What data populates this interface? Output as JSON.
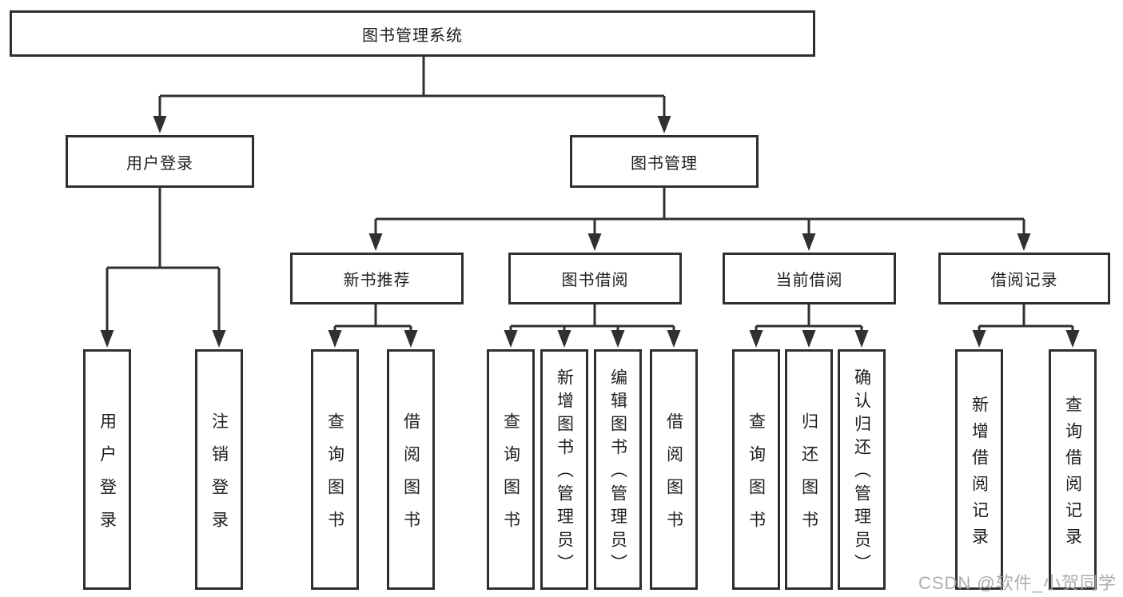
{
  "diagram_title": "图书管理系统",
  "style": {
    "line_color": "#303030",
    "border_color": "#2f2f2f",
    "text_color": "#1d1d1d",
    "watermark_color": "#a5a5a5",
    "background": "#ffffff"
  },
  "nodes": {
    "root": "图书管理系统",
    "userLogin": "用户登录",
    "bookMgmt": "图书管理",
    "newBooks": "新书推荐",
    "bookBorrow": "图书借阅",
    "currentBorrow": "当前借阅",
    "borrowRecords": "借阅记录",
    "leafUserLogin": "用户登录",
    "leafLogout": "注销登录",
    "leafQueryBooksRecommend": "查询图书",
    "leafBorrowBooksRecommend": "借阅图书",
    "leafQueryBooksBorrow": "查询图书",
    "leafAddBooks": "新增图书（管理员）",
    "leafEditBooks": "编辑图书（管理员）",
    "leafBorrowBooksBorrow": "借阅图书",
    "leafQueryBooksCurrent": "查询图书",
    "leafReturnBooks": "归还图书",
    "leafConfirmReturn": "确认归还（管理员）",
    "leafAddBorrowRecord": "新增借阅记录",
    "leafQueryBorrowRecord": "查询借阅记录"
  },
  "hierarchy": {
    "root": "图书管理系统",
    "children": [
      {
        "label": "用户登录",
        "children": [
          "用户登录",
          "注销登录"
        ]
      },
      {
        "label": "图书管理",
        "children": [
          {
            "label": "新书推荐",
            "children": [
              "查询图书",
              "借阅图书"
            ]
          },
          {
            "label": "图书借阅",
            "children": [
              "查询图书",
              "新增图书（管理员）",
              "编辑图书（管理员）",
              "借阅图书"
            ]
          },
          {
            "label": "当前借阅",
            "children": [
              "查询图书",
              "归还图书",
              "确认归还（管理员）"
            ]
          },
          {
            "label": "借阅记录",
            "children": [
              "新增借阅记录",
              "查询借阅记录"
            ]
          }
        ]
      }
    ]
  },
  "watermark": "CSDN @软件_小贺同学"
}
